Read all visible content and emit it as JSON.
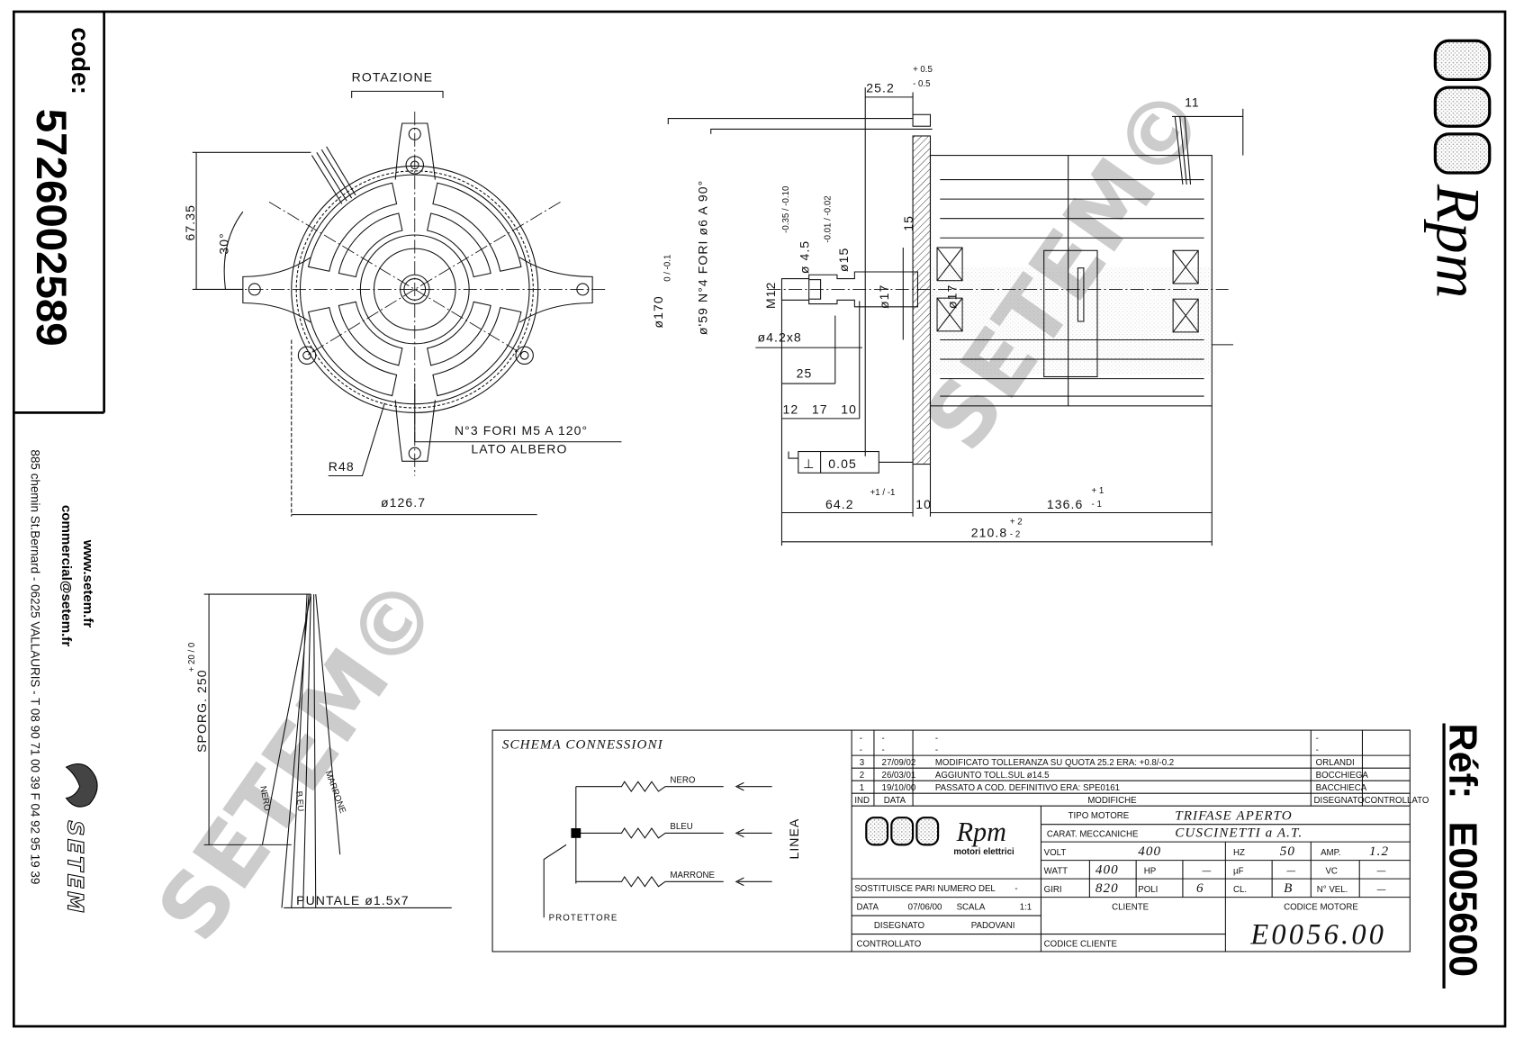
{
  "sidebar": {
    "code_label": "code:",
    "code_value": "5726002589",
    "website": "www.setem.fr",
    "email": "commercial@setem.fr",
    "address": "885 chemin St.Bernard  -  06225 VALLAURIS  -  T 08 90 71 00 39   F 04 92 95 19 39",
    "brand": "SETEM"
  },
  "right_margin": {
    "logo_text": "Rpm",
    "ref_label": "Réf:",
    "ref_value": "E005600"
  },
  "watermark": "SETEM©",
  "front_view": {
    "rotation_label": "ROTAZIONE",
    "dim_height": "67.35",
    "angle": "30°",
    "holes_note_1": "N°3 FORI M5 A 120°",
    "holes_note_2": "LATO ALBERO",
    "radius": "R48",
    "diameter": "ø126.7"
  },
  "side_view": {
    "dim_25_2": "25.2",
    "tol_25_2_plus": "+ 0.5",
    "tol_25_2_minus": "- 0.5",
    "dim_11": "11",
    "dim_170": "ø170",
    "tol_170": "0 / -0.1",
    "holes_note": "ø'59 N°4 FORI ø6 A 90°",
    "dim_4_5": "ø 4.5",
    "tol_4_5": "-0.35 / -0.10",
    "dim_15": "ø15",
    "tol_15": "-0.01 / -0.02",
    "dim_15_small": "15",
    "thread": "M12",
    "shaft_17": "ø17",
    "bore_17": "ø17",
    "hole_4_2": "ø4.2x8",
    "dim_25": "25",
    "dim_12": "12",
    "dim_17": "17",
    "dim_10a": "10",
    "perp_tol": "0.05",
    "dim_64_2": "64.2",
    "tol_64_2": "+1 / -1",
    "dim_10b": "10",
    "dim_136_6": "136.6",
    "tol_136_6_plus": "+ 1",
    "tol_136_6_minus": "- 1",
    "dim_210_8": "210.8",
    "tol_210_8_plus": "+ 2",
    "tol_210_8_minus": "- 2"
  },
  "leads": {
    "length": "SPORG. 250",
    "length_tol": "+ 20 / 0",
    "wire_1": "NERO",
    "wire_2": "B.EU",
    "wire_3": "MARRONE",
    "tip": "PUNTALE ø1.5x7"
  },
  "schema": {
    "title": "SCHEMA CONNESSIONI",
    "wires": [
      "NERO",
      "BLEU",
      "MARRONE"
    ],
    "line_label": "LINEA",
    "protector": "PROTETTORE"
  },
  "revisions": {
    "headers": [
      "IND",
      "DATA",
      "MODIFICHE",
      "DISEGNATO",
      "CONTROLLATO"
    ],
    "rows": [
      {
        "ind": "-",
        "date": "-",
        "text": "-",
        "drawn": "-",
        "checked": ""
      },
      {
        "ind": "-",
        "date": "-",
        "text": "-",
        "drawn": "-",
        "checked": ""
      },
      {
        "ind": "3",
        "date": "27/09/02",
        "text": "MODIFICATO TOLLERANZA SU QUOTA 25.2 ERA: +0.8/-0.2",
        "drawn": "ORLANDI",
        "checked": ""
      },
      {
        "ind": "2",
        "date": "26/03/01",
        "text": "AGGIUNTO TOLL.SUL ø14.5",
        "drawn": "BOCCHIEGA",
        "checked": ""
      },
      {
        "ind": "1",
        "date": "19/10/00",
        "text": "PASSATO A  COD. DEFINITIVO ERA: SPE0161",
        "drawn": "BACCHIECA",
        "checked": ""
      }
    ]
  },
  "title_block": {
    "logo_text": "Rpm",
    "logo_sub": "motori elettrici",
    "motor_type_label": "TIPO MOTORE",
    "motor_type": "TRIFASE APERTO",
    "mech_label": "CARAT. MECCANICHE",
    "mech_value": "CUSCINETTI a A.T.",
    "volt_label": "VOLT",
    "volt": "400",
    "hz_label": "HZ",
    "hz": "50",
    "amp_label": "AMP.",
    "amp": "1.2",
    "watt_label": "WATT",
    "watt": "400",
    "hp_label": "HP",
    "hp": "—",
    "uf_label": "µF",
    "uf": "—",
    "vc_label": "VC",
    "vc": "—",
    "giri_label": "GIRI",
    "giri": "820",
    "poli_label": "POLI",
    "poli": "6",
    "cl_label": "CL.",
    "cl": "B",
    "vel_label": "N° VEL.",
    "vel": "—",
    "replaces_label": "SOSTITUISCE PARI NUMERO DEL",
    "replaces": "-",
    "date_label": "DATA",
    "date": "07/06/00",
    "scale_label": "SCALA",
    "scale": "1:1",
    "drawn_label": "DISEGNATO",
    "drawn": "PADOVANI",
    "checked_label": "CONTROLLATO",
    "client_label": "CLIENTE",
    "client_code_label": "CODICE CLIENTE",
    "motor_code_label": "CODICE MOTORE",
    "motor_code": "E0056.00"
  }
}
